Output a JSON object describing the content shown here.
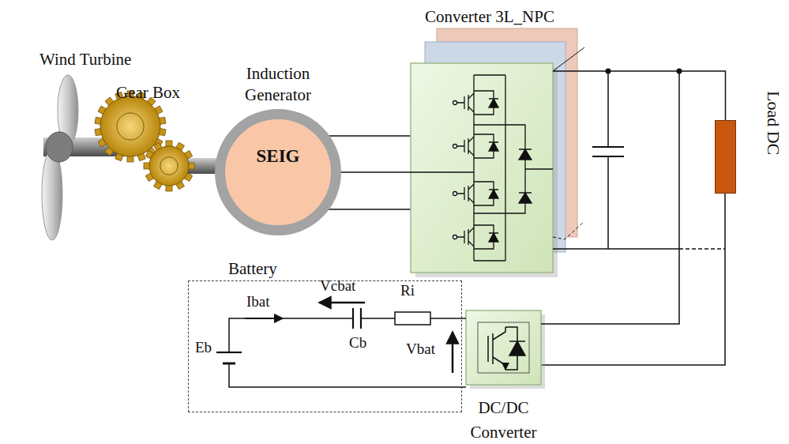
{
  "diagram": {
    "nodes": [
      {
        "text": [
          "Induction Generator",
          "SEIG"
        ]
      },
      {
        "text": [
          "Converter 3L_NPC"
        ]
      },
      {
        "text": [
          "Load DC"
        ]
      },
      {
        "text": [
          "Battery"
        ]
      },
      {
        "text": [
          "DC/DC Converter"
        ]
      }
    ],
    "edges": [
      {
        "from": 0,
        "to": 1,
        "arrow": "none"
      },
      {
        "from": 1,
        "to": 2,
        "arrow": "none"
      },
      {
        "from": 1,
        "to": 4,
        "arrow": "none"
      },
      {
        "from": 4,
        "to": 3,
        "arrow": "none"
      }
    ],
    "labels": [
      "Wind Turbine",
      "Gear Box",
      "Ibat",
      "Vcbat",
      "Ri",
      "Cb",
      "Eb",
      "Vbat"
    ]
  }
}
